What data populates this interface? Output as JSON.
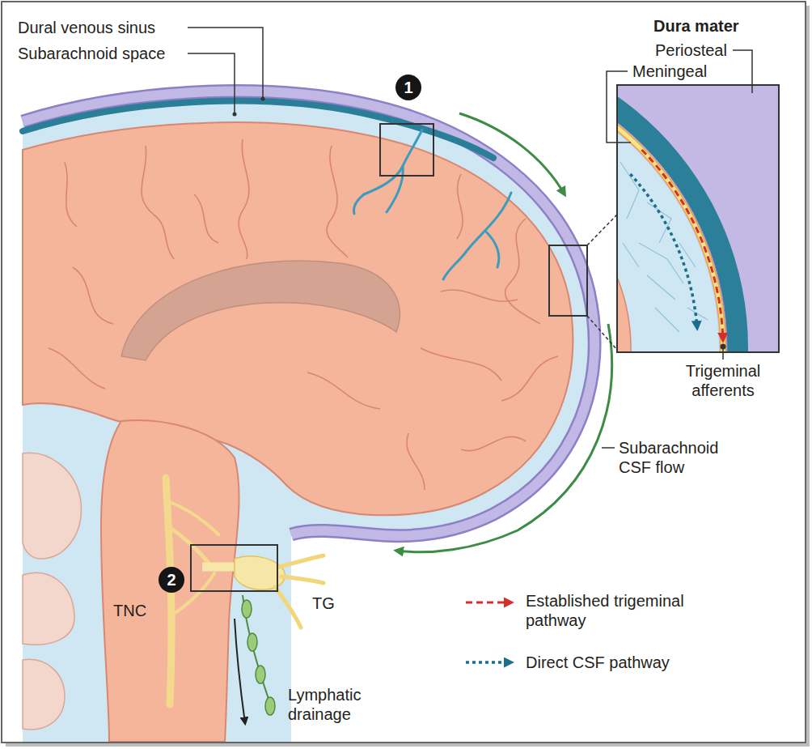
{
  "diagram": {
    "nodes": [
      {
        "text": [
          "1"
        ]
      },
      {
        "text": [
          "2"
        ]
      }
    ],
    "labels": [
      "Dural venous sinus",
      "Subarachnoid space",
      "Dura mater",
      "Periosteal",
      "Meningeal",
      "Trigeminal afferents",
      "Subarachnoid CSF flow",
      "TNC",
      "TG",
      "Lymphatic drainage"
    ],
    "legend": [
      {
        "text": "Established trigeminal pathway"
      },
      {
        "text": "Direct CSF pathway"
      }
    ]
  }
}
